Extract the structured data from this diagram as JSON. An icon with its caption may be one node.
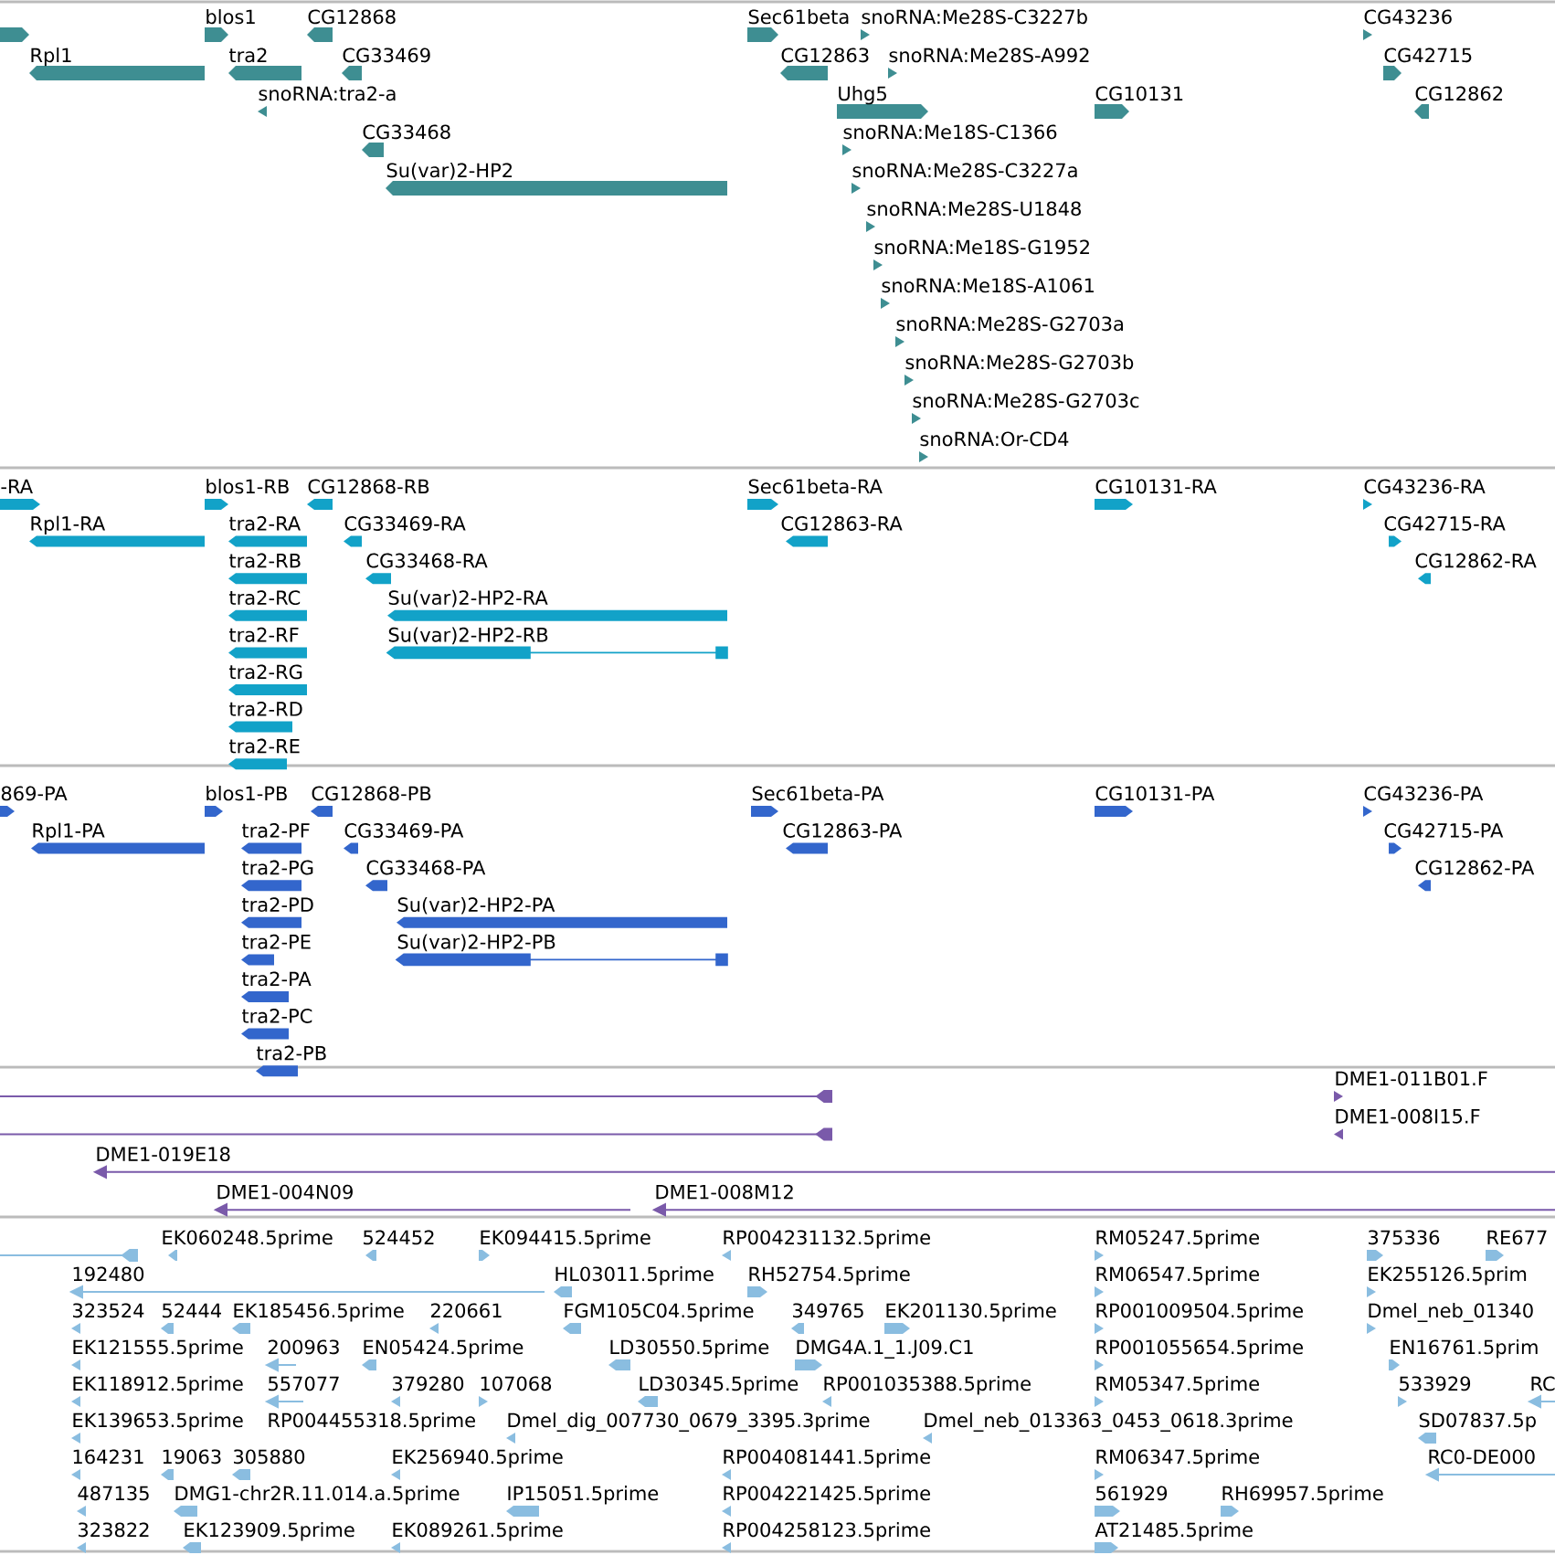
{
  "diagram": {
    "labels": [
      "blos1",
      "CG12868",
      "Sec61beta",
      "snoRNA:Me28S-C3227b",
      "CG43236",
      "Rpl1",
      "tra2",
      "CG33469",
      "CG12863",
      "snoRNA:Me28S-A992",
      "CG42715",
      "snoRNA:tra2-a",
      "Uhg5",
      "CG10131",
      "CG12862",
      "CG33468",
      "snoRNA:Me18S-C1366",
      "Su(var)2-HP2",
      "snoRNA:Me28S-C3227a",
      "snoRNA:Me28S-U1848",
      "snoRNA:Me18S-G1952",
      "snoRNA:Me18S-A1061",
      "snoRNA:Me28S-G2703a",
      "snoRNA:Me28S-G2703b",
      "snoRNA:Me28S-G2703c",
      "snoRNA:Or-CD4",
      "-RA",
      "blos1-RB",
      "CG12868-RB",
      "Sec61beta-RA",
      "CG10131-RA",
      "CG43236-RA",
      "Rpl1-RA",
      "tra2-RA",
      "CG33469-RA",
      "CG12863-RA",
      "CG42715-RA",
      "tra2-RB",
      "CG33468-RA",
      "CG12862-RA",
      "tra2-RC",
      "Su(var)2-HP2-RA",
      "tra2-RF",
      "Su(var)2-HP2-RB",
      "tra2-RG",
      "tra2-RD",
      "tra2-RE",
      "869-PA",
      "blos1-PB",
      "CG12868-PB",
      "Sec61beta-PA",
      "CG10131-PA",
      "CG43236-PA",
      "Rpl1-PA",
      "tra2-PF",
      "CG33469-PA",
      "CG12863-PA",
      "CG42715-PA",
      "tra2-PG",
      "CG33468-PA",
      "CG12862-PA",
      "tra2-PD",
      "Su(var)2-HP2-PA",
      "tra2-PE",
      "Su(var)2-HP2-PB",
      "tra2-PA",
      "tra2-PC",
      "tra2-PB",
      "DME1-011B01.F",
      "DME1-008I15.F",
      "DME1-019E18",
      "DME1-004N09",
      "DME1-008M12",
      "EK060248.5prime",
      "524452",
      "EK094415.5prime",
      "RP004231132.5prime",
      "RM05247.5prime",
      "375336",
      "RE677",
      "192480",
      "HL03011.5prime",
      "RH52754.5prime",
      "RM06547.5prime",
      "EK255126.5prim",
      "323524",
      "52444",
      "EK185456.5prime",
      "220661",
      "FGM105C04.5prime",
      "349765",
      "EK201130.5prime",
      "RP001009504.5prime",
      "Dmel_neb_01340",
      "EK121555.5prime",
      "200963",
      "EN05424.5prime",
      "LD30550.5prime",
      "DMG4A.1_1.J09.C1",
      "RP001055654.5prime",
      "EN16761.5prim",
      "EK118912.5prime",
      "557077",
      "379280",
      "107068",
      "LD30345.5prime",
      "RP001035388.5prime",
      "RM05347.5prime",
      "533929",
      "RC",
      "EK139653.5prime",
      "RP004455318.5prime",
      "Dmel_dig_007730_0679_3395.3prime",
      "Dmel_neb_013363_0453_0618.3prime",
      "SD07837.5p",
      "164231",
      "19063",
      "305880",
      "EK256940.5prime",
      "RP004081441.5prime",
      "RM06347.5prime",
      "RC0-DE000",
      "487135",
      "DMG1-chr2R.11.014.a.5prime",
      "IP15051.5prime",
      "RP004221425.5prime",
      "561929",
      "RH69957.5prime",
      "323822",
      "EK123909.5prime",
      "EK089261.5prime",
      "RP004258123.5prime",
      "AT21485.5prime"
    ]
  }
}
